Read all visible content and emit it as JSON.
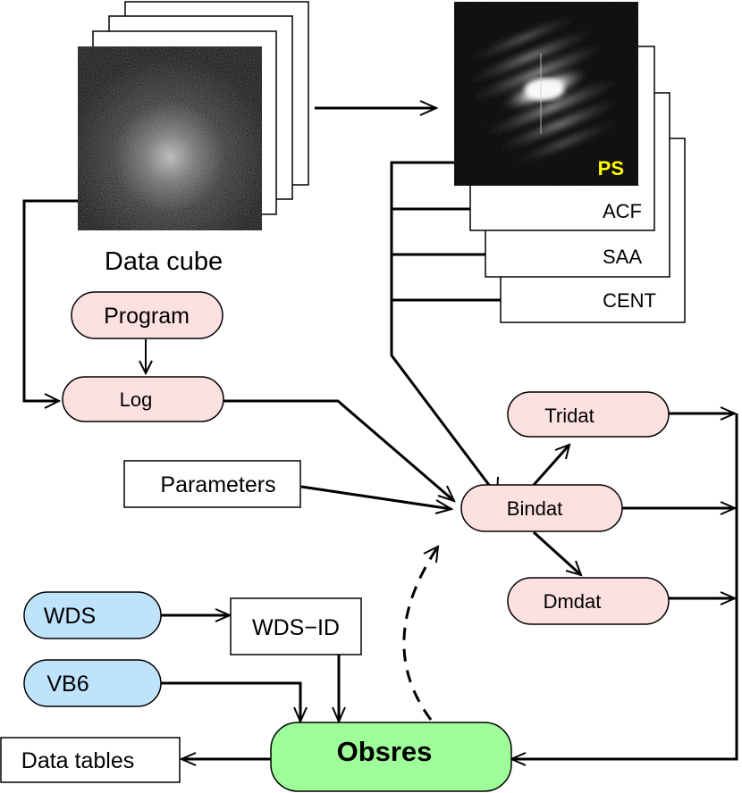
{
  "data_cube": {
    "label": "Data cube"
  },
  "products": {
    "ps": "PS",
    "acf": "ACF",
    "saa": "SAA",
    "cent": "CENT"
  },
  "nodes": {
    "program": "Program",
    "log": "Log",
    "parameters": "Parameters",
    "tridat": "Tridat",
    "bindat": "Bindat",
    "dmdat": "Dmdat",
    "wds": "WDS",
    "wds_id": "WDS−ID",
    "vb6": "VB6",
    "obsres": "Obsres",
    "data_tables": "Data tables"
  },
  "colors": {
    "pink_node": "#fde0e0",
    "blue_node": "#bfe3fb",
    "green_node": "#9efe9a",
    "ps_label": "#ffff00",
    "stroke": "#000000"
  }
}
